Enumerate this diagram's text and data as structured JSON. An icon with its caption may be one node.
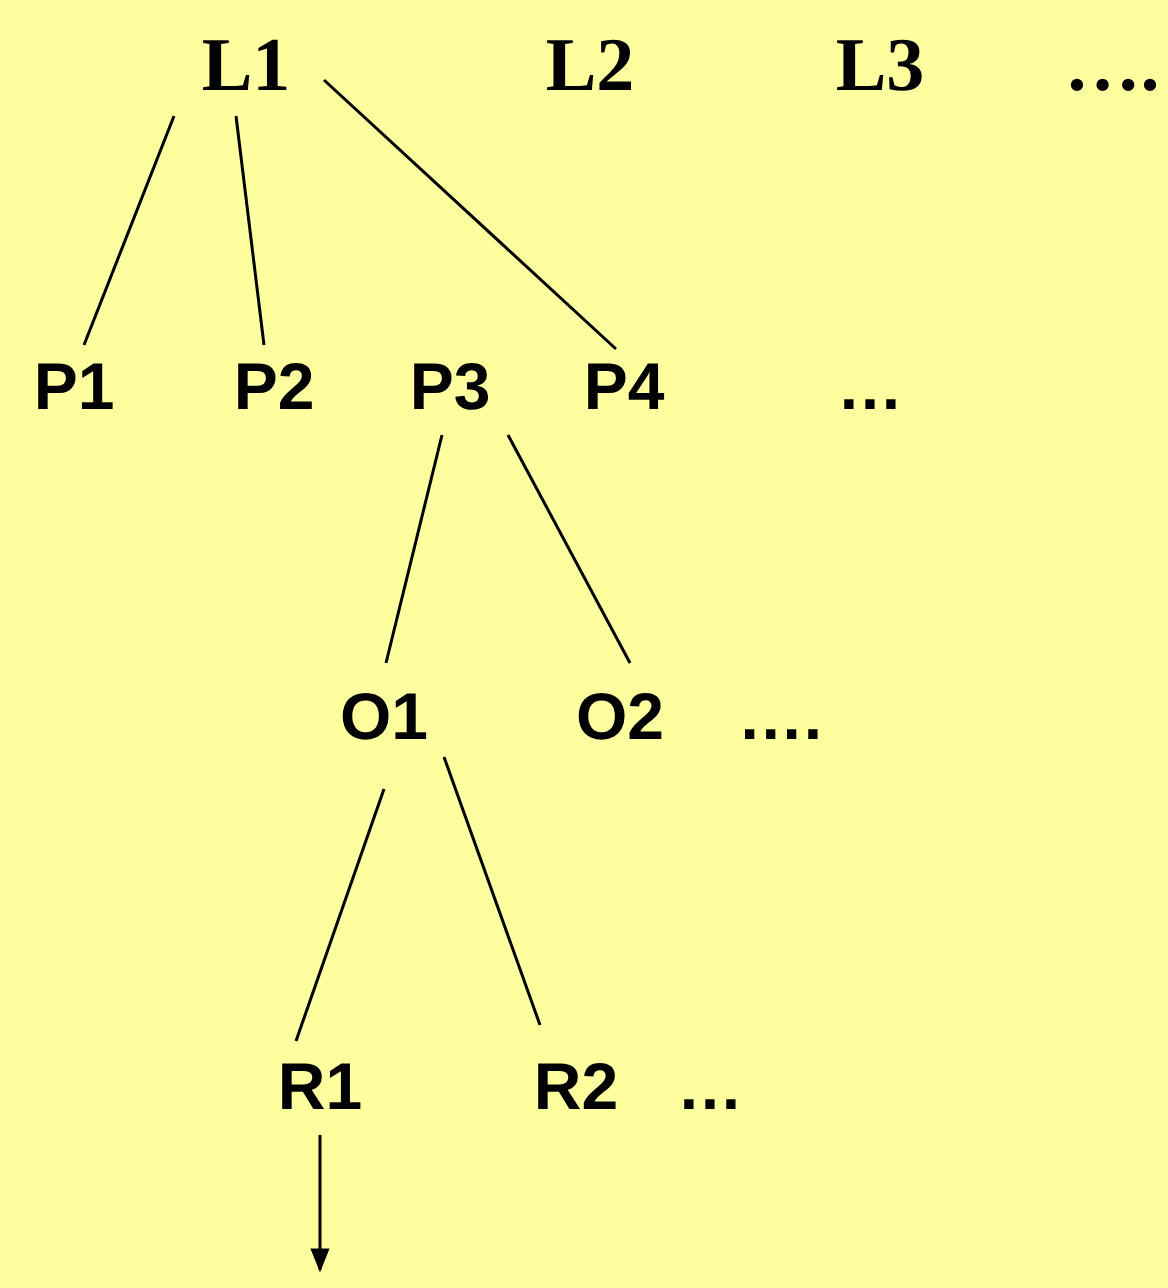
{
  "diagram": {
    "nodes": [
      {
        "text": [
          "L1"
        ]
      },
      {
        "text": [
          "P1"
        ]
      },
      {
        "text": [
          "P2"
        ]
      },
      {
        "text": [
          "P3"
        ]
      },
      {
        "text": [
          "P4"
        ]
      },
      {
        "text": [
          "O1"
        ]
      },
      {
        "text": [
          "O2"
        ]
      },
      {
        "text": [
          "R1"
        ]
      },
      {
        "text": [
          "R2"
        ]
      }
    ],
    "edges": [
      {
        "from": 0,
        "to": 1,
        "arrow": "none"
      },
      {
        "from": 0,
        "to": 2,
        "arrow": "none"
      },
      {
        "from": 0,
        "to": 4,
        "arrow": "none"
      },
      {
        "from": 3,
        "to": 5,
        "arrow": "none"
      },
      {
        "from": 3,
        "to": 6,
        "arrow": "none"
      },
      {
        "from": 5,
        "to": 7,
        "arrow": "none"
      },
      {
        "from": 5,
        "to": 8,
        "arrow": "none"
      },
      {
        "from": 7,
        "to": null,
        "arrow": "to"
      }
    ],
    "labels": [
      "L2",
      "L3",
      "….",
      "…",
      "….",
      "…"
    ]
  }
}
